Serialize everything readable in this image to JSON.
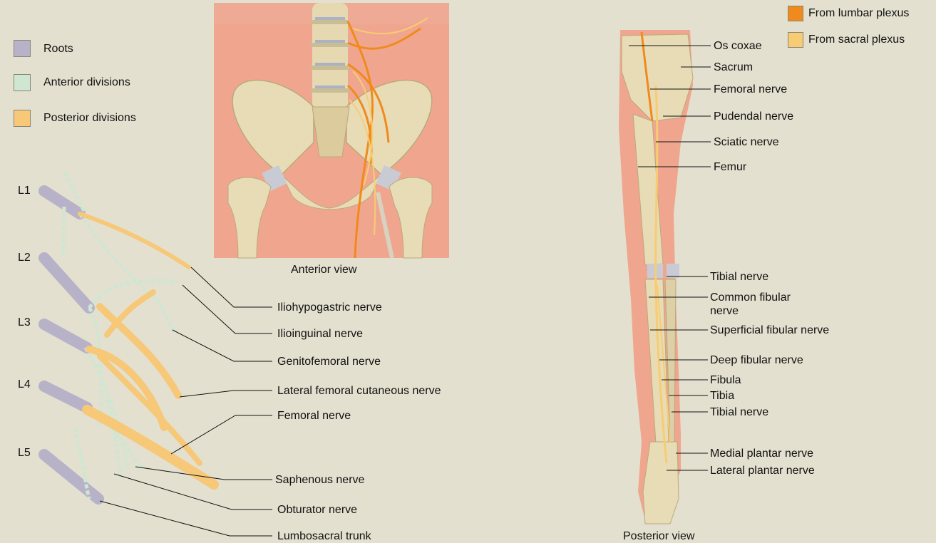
{
  "colors": {
    "background": "#e4e0cf",
    "roots": "#b8b2c8",
    "anterior_divisions": "#cfe6d2",
    "posterior_divisions": "#f6c878",
    "from_lumbar_plexus": "#f08a1c",
    "from_sacral_plexus": "#f7cc72",
    "skin": "#f0a68e",
    "bone": "#e8dcb6"
  },
  "legend_left": [
    {
      "label": "Roots",
      "icon": "roots-swatch"
    },
    {
      "label": "Anterior divisions",
      "icon": "anterior-divisions-swatch"
    },
    {
      "label": "Posterior divisions",
      "icon": "posterior-divisions-swatch"
    }
  ],
  "legend_right": [
    {
      "label": "From lumbar plexus",
      "icon": "lumbar-plexus-swatch"
    },
    {
      "label": "From sacral plexus",
      "icon": "sacral-plexus-swatch"
    }
  ],
  "root_levels": [
    "L1",
    "L2",
    "L3",
    "L4",
    "L5"
  ],
  "plexus_labels": [
    "Iliohypogastric nerve",
    "Ilioinguinal nerve",
    "Genitofemoral nerve",
    "Lateral femoral cutaneous nerve",
    "Femoral nerve",
    "Saphenous nerve",
    "Obturator nerve",
    "Lumbosacral trunk"
  ],
  "anterior_view_caption": "Anterior view",
  "posterior_view_caption": "Posterior view",
  "leg_labels": [
    "Os coxae",
    "Sacrum",
    "Femoral nerve",
    "Pudendal nerve",
    "Sciatic nerve",
    "Femur",
    "Tibial nerve",
    "Common fibular nerve",
    "Superficial fibular nerve",
    "Deep fibular nerve",
    "Fibula",
    "Tibia",
    "Tibial nerve",
    "Medial plantar nerve",
    "Lateral plantar nerve"
  ]
}
